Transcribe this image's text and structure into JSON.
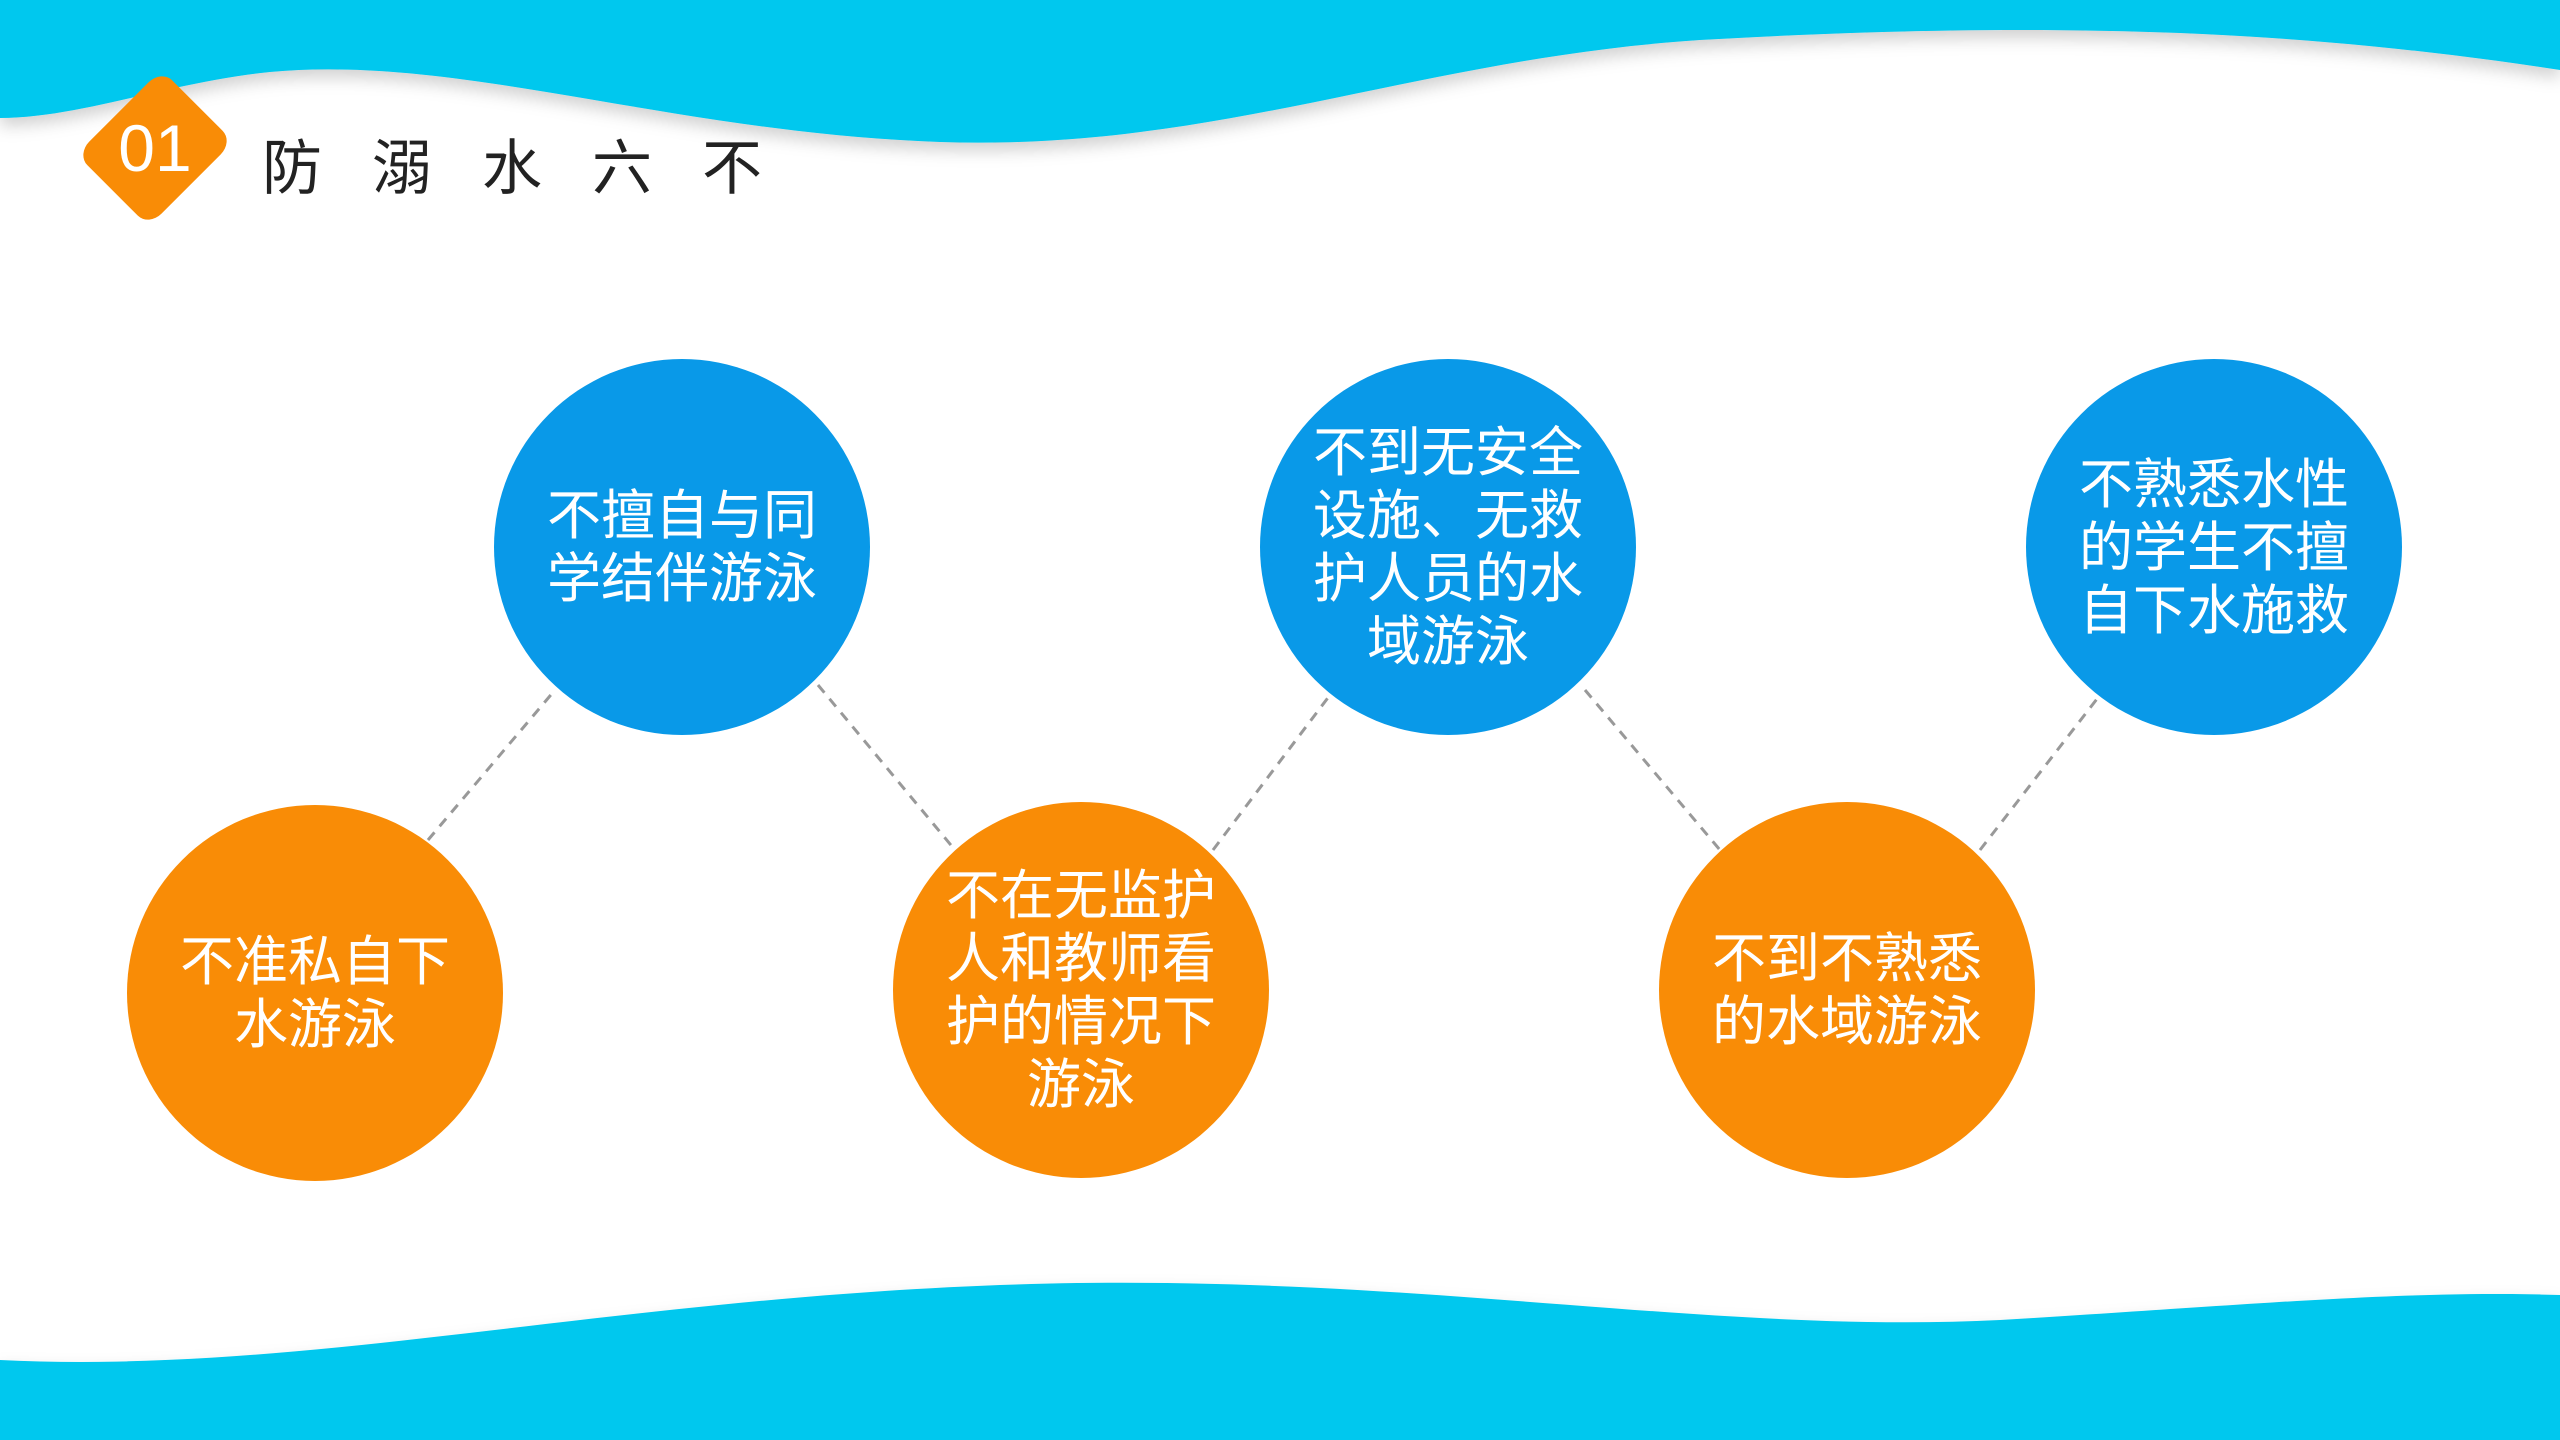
{
  "header": {
    "badge_number": "01",
    "title": "防溺水六不"
  },
  "colors": {
    "wave": "#00c8ee",
    "blue": "#0999e8",
    "orange": "#f98c06"
  },
  "items": [
    {
      "text": "不准私自下水游泳",
      "color": "orange"
    },
    {
      "text": "不擅自与同学结伴游泳",
      "color": "blue"
    },
    {
      "text": "不在无监护人和教师看护的情况下游泳",
      "color": "orange"
    },
    {
      "text": "不到无安全设施、无救护人员的水域游泳",
      "color": "blue"
    },
    {
      "text": "不到不熟悉的水域游泳",
      "color": "orange"
    },
    {
      "text": "不熟悉水性的学生不擅自下水施救",
      "color": "blue"
    }
  ]
}
